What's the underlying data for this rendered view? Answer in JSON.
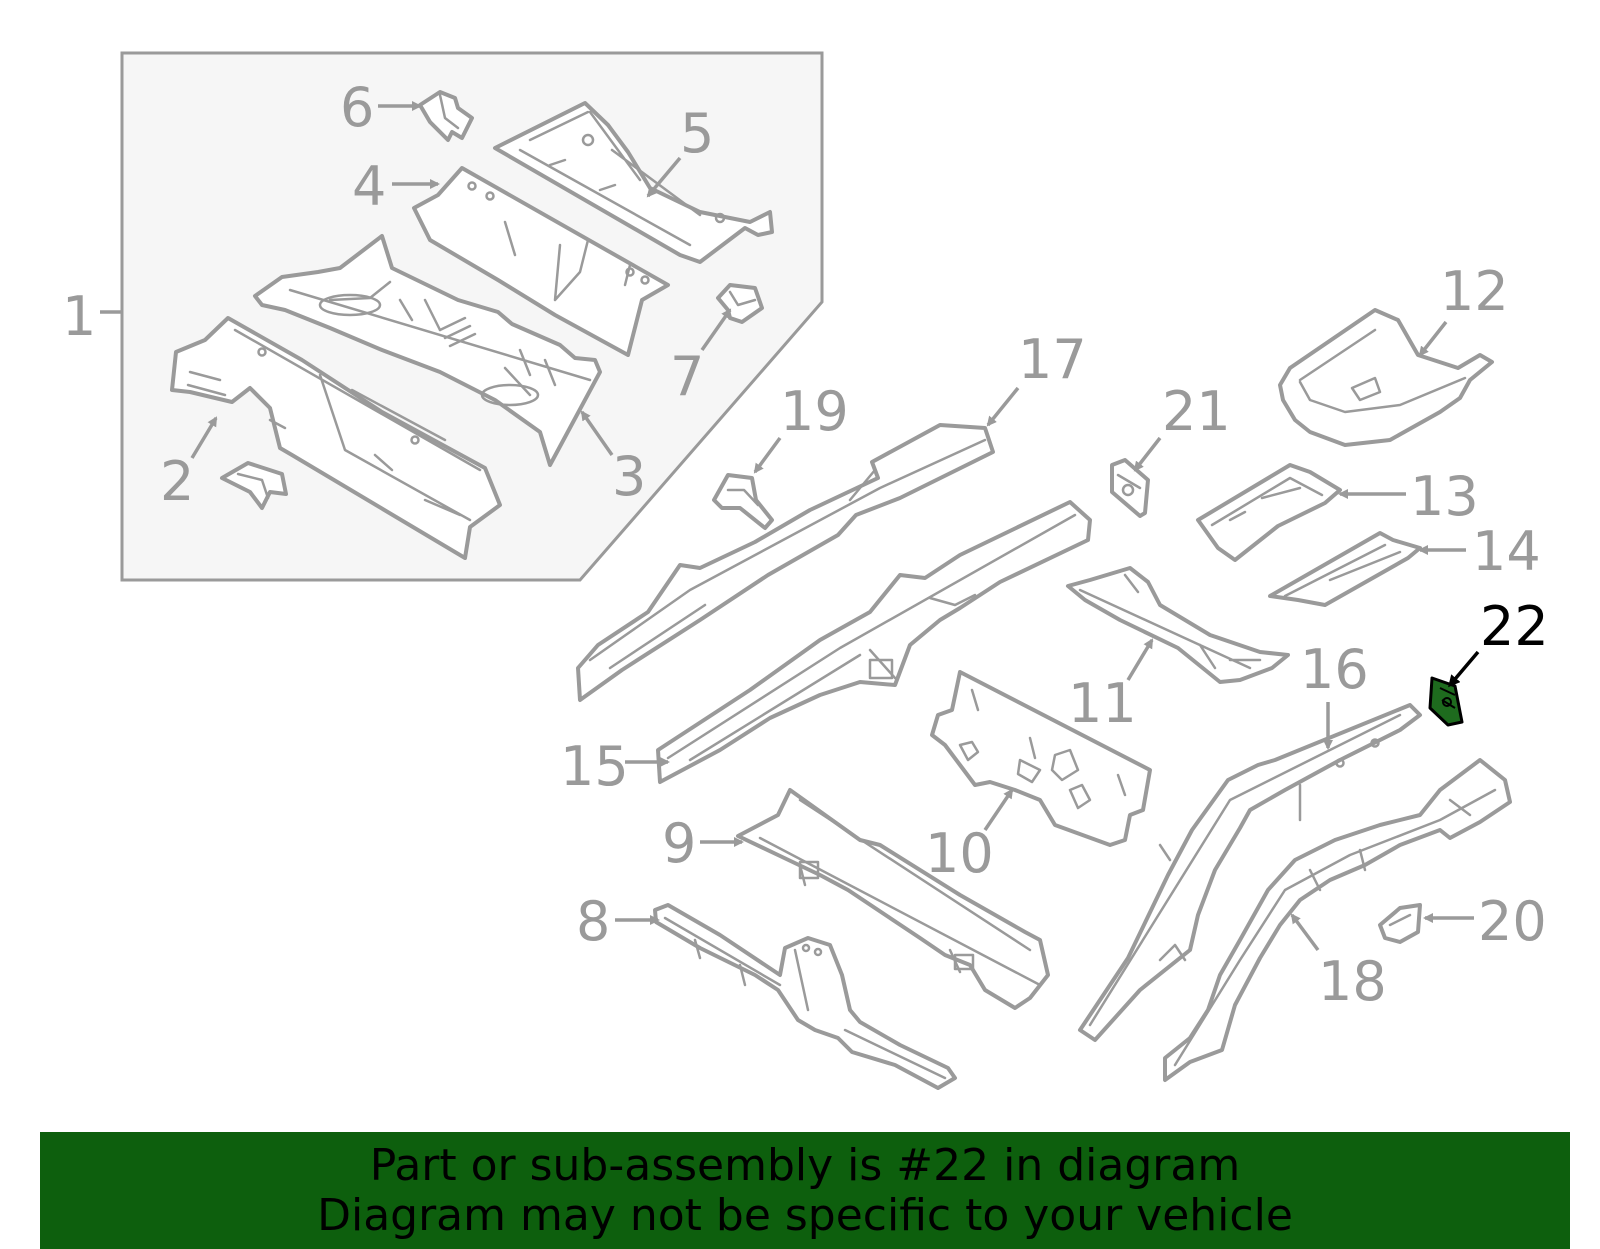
{
  "colors": {
    "line": "#9a9a9a",
    "highlight_part": "#1e6b1e",
    "banner_background": "#0d5f0d",
    "text_active": "#000000"
  },
  "callouts": {
    "c1": "1",
    "c2": "2",
    "c3": "3",
    "c4": "4",
    "c5": "5",
    "c6": "6",
    "c7": "7",
    "c8": "8",
    "c9": "9",
    "c10": "10",
    "c11": "11",
    "c12": "12",
    "c13": "13",
    "c14": "14",
    "c15": "15",
    "c16": "16",
    "c17": "17",
    "c18": "18",
    "c19": "19",
    "c20": "20",
    "c21": "21",
    "c22": "22"
  },
  "highlighted_part": "22",
  "banner": {
    "line1": "Part or sub-assembly is #22 in diagram",
    "line2": "Diagram may not be specific to your vehicle"
  }
}
